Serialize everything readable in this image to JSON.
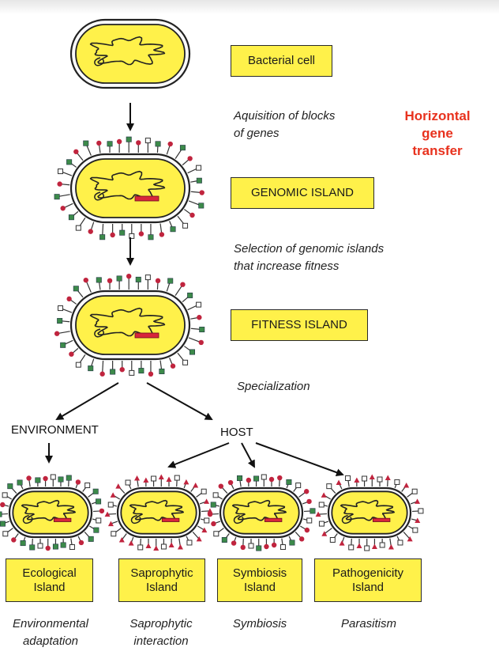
{
  "colors": {
    "cytoplasm": "#fff14a",
    "box_fill": "#fff14a",
    "island_marker": "#d8263a",
    "flagella_tip_green": "#3c8a4a",
    "flagella_tip_red": "#c0243e",
    "accent_text": "#e8321e"
  },
  "stages": {
    "bacterial_cell": "Bacterial cell",
    "genomic_island": "GENOMIC ISLAND",
    "fitness_island": "FITNESS ISLAND"
  },
  "captions": {
    "acquisition": [
      "Aquisition of blocks",
      "of genes"
    ],
    "selection": [
      "Selection of genomic islands",
      "that increase fitness"
    ],
    "specialization": "Specialization"
  },
  "side_label": "Horizontal\ngene\ntransfer",
  "branches": {
    "environment": "ENVIRONMENT",
    "host": "HOST"
  },
  "islands": [
    {
      "label": [
        "Ecological",
        "Island"
      ],
      "outcome": [
        "Environmental",
        "adaptation"
      ]
    },
    {
      "label": [
        "Saprophytic",
        "Island"
      ],
      "outcome": [
        "Saprophytic",
        "interaction"
      ]
    },
    {
      "label": [
        "Symbiosis",
        "Island"
      ],
      "outcome": [
        "Symbiosis"
      ]
    },
    {
      "label": [
        "Pathogenicity",
        "Island"
      ],
      "outcome": [
        "Parasitism"
      ]
    }
  ]
}
